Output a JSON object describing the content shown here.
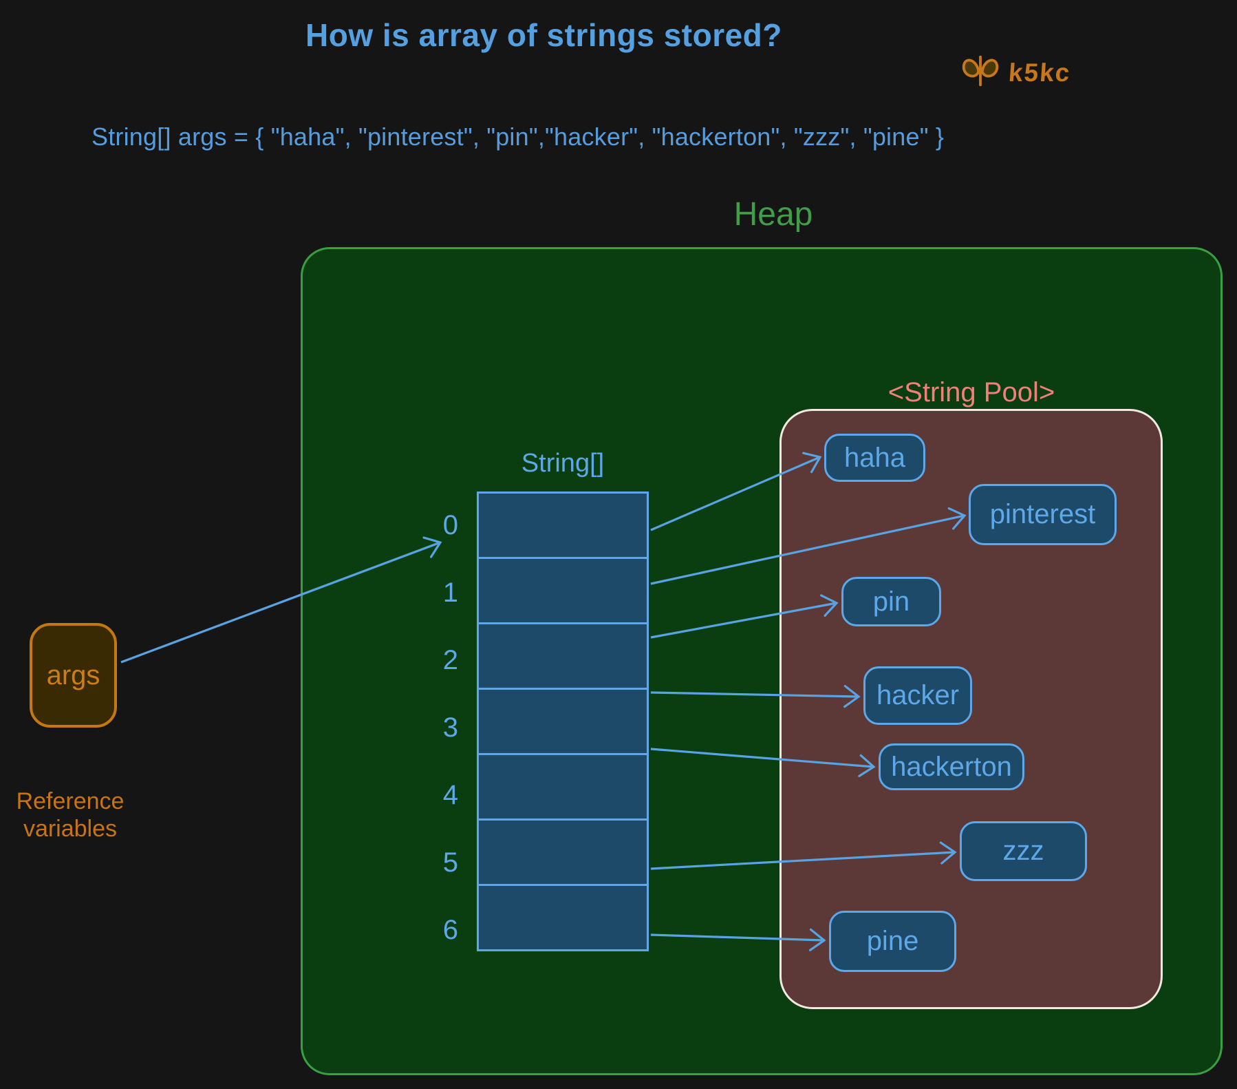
{
  "title": "How is array of strings stored?",
  "logo": {
    "text": "k5kc",
    "icon": "butterfly-icon"
  },
  "code_line": "String[] args = { \"haha\", \"pinterest\", \"pin\",\"hacker\", \"hackerton\", \"zzz\", \"pine\" }",
  "heap": {
    "label": "Heap"
  },
  "string_pool": {
    "label": "<String Pool>",
    "strings": [
      "haha",
      "pinterest",
      "pin",
      "hacker",
      "hackerton",
      "zzz",
      "pine"
    ]
  },
  "array": {
    "label": "String[]",
    "indices": [
      "0",
      "1",
      "2",
      "3",
      "4",
      "5",
      "6"
    ]
  },
  "reference": {
    "box_label": "args",
    "caption_line1": "Reference",
    "caption_line2": "variables"
  },
  "colors": {
    "background": "#151515",
    "title_blue": "#55a0e0",
    "code_blue": "#579ddd",
    "heap_green": "#3a9e42",
    "heap_fill": "#0a3d10",
    "pool_fill": "#5c3836",
    "pool_border": "#efe9df",
    "pool_label_salmon": "#f08078",
    "chip_fill": "#1c4a68",
    "chip_border_blue": "#5ea7e8",
    "args_orange": "#c4790f",
    "args_fill": "#3a2a03",
    "logo_orange": "#c87818",
    "arrow_blue": "#58a3e4"
  },
  "connections": [
    {
      "from": "args",
      "to": "array-index-0"
    },
    {
      "from": "cell-0",
      "to": "haha"
    },
    {
      "from": "cell-1",
      "to": "pinterest"
    },
    {
      "from": "cell-2",
      "to": "pin"
    },
    {
      "from": "cell-3",
      "to": "hacker"
    },
    {
      "from": "cell-4",
      "to": "hackerton"
    },
    {
      "from": "cell-5",
      "to": "zzz"
    },
    {
      "from": "cell-6",
      "to": "pine"
    }
  ]
}
